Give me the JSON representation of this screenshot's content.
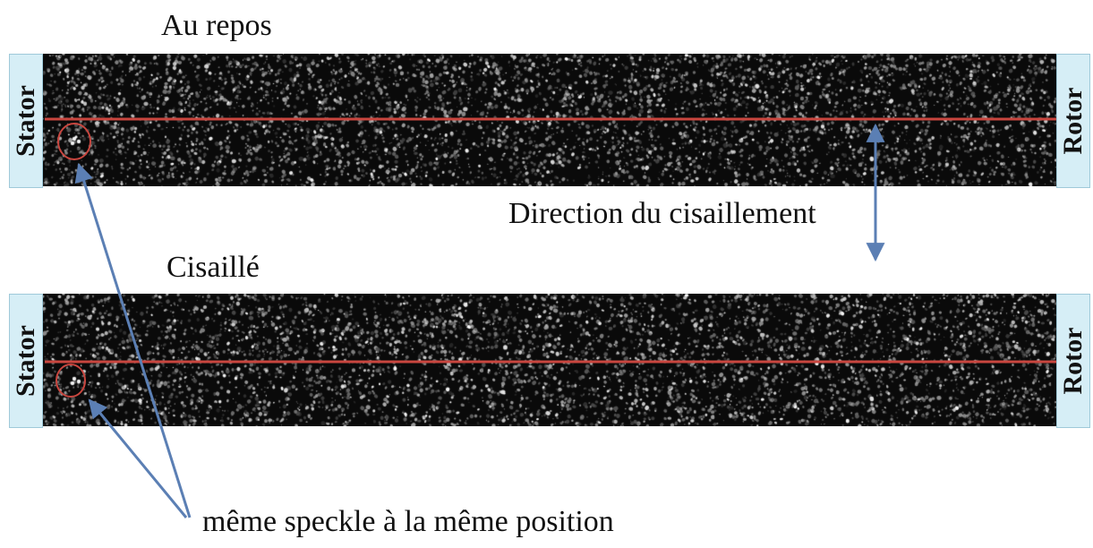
{
  "top_label": "Au repos",
  "bottom_label": "Cisaillé",
  "shear_label": "Direction du cisaillement",
  "speckle_label": "même speckle à la même position",
  "left_wall": "Stator",
  "right_wall": "Rotor",
  "colors": {
    "red_line": "#c9463f",
    "arrow": "#5b7fb4",
    "wall_fill": "#d6eef6",
    "panel_bg": "#0a0a0a"
  }
}
